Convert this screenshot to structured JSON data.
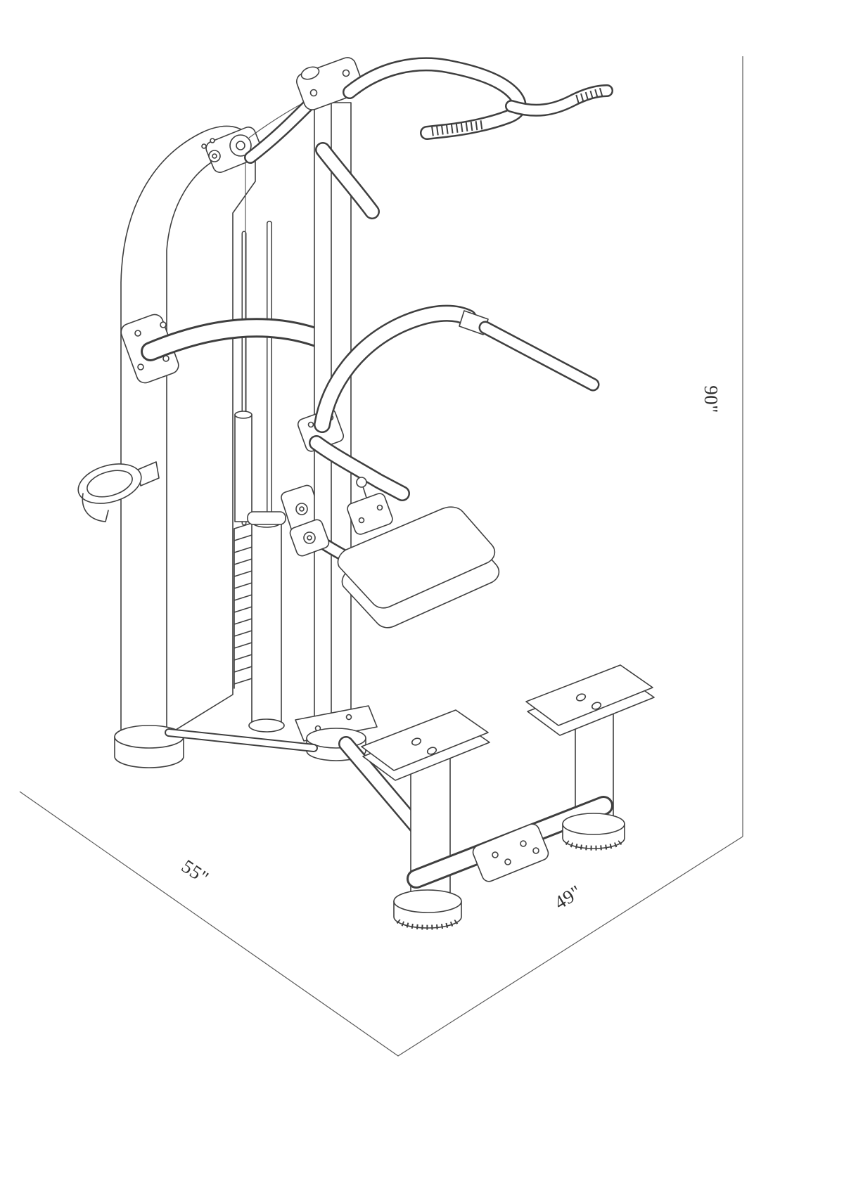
{
  "colors": {
    "line": "#3f3f3f",
    "background": "#ffffff",
    "text": "#2f2f2f"
  },
  "dimensions": {
    "height": "90\"",
    "depth": "55\"",
    "width": "49\""
  }
}
